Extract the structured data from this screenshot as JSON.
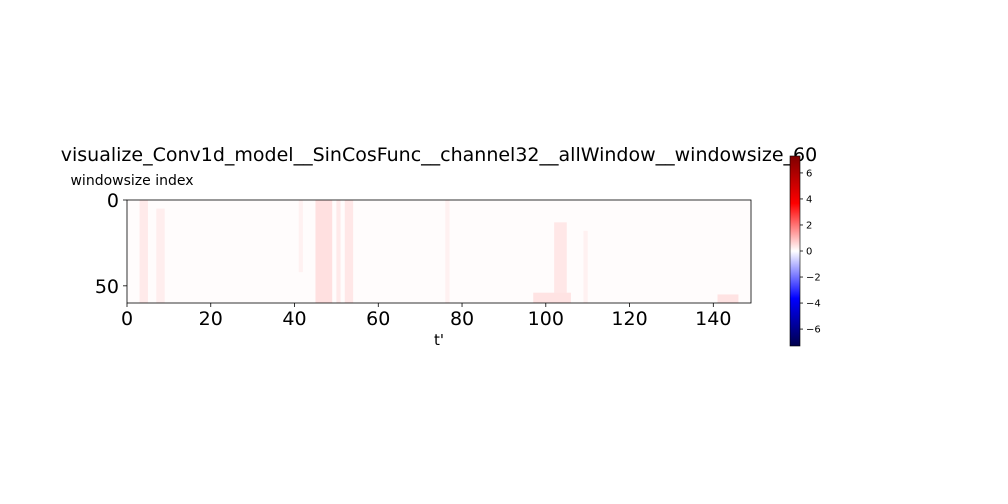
{
  "chart_data": {
    "type": "heatmap",
    "title": "visualize_Conv1d_model__SinCosFunc__channel32__allWindow__windowsize_60",
    "xlabel": "t'",
    "ylabel": "windowsize index",
    "x_range": [
      0,
      149
    ],
    "y_range": [
      0,
      60
    ],
    "y_inverted": true,
    "x_ticks": [
      "0",
      "20",
      "40",
      "60",
      "80",
      "100",
      "120",
      "140"
    ],
    "y_ticks": [
      "0",
      "50"
    ],
    "grid": false,
    "colormap": "seismic",
    "colorbar": {
      "range": [
        -7.3,
        7.3
      ],
      "ticks": [
        "6",
        "4",
        "2",
        "0",
        "−2",
        "−4",
        "−6"
      ],
      "tick_values": [
        6,
        4,
        2,
        0,
        -2,
        -4,
        -6
      ],
      "stops": [
        "#00004c",
        "#0000ff",
        "#ffffff",
        "#ff0000",
        "#7f0000"
      ]
    },
    "background_value": 0.05,
    "bands": [
      {
        "x0": 3,
        "x1": 5,
        "y0": 0,
        "y1": 60,
        "value": 0.3
      },
      {
        "x0": 7,
        "x1": 9,
        "y0": 5,
        "y1": 60,
        "value": 0.25
      },
      {
        "x0": 41,
        "x1": 42,
        "y0": 0,
        "y1": 42,
        "value": 0.2
      },
      {
        "x0": 45,
        "x1": 49,
        "y0": 0,
        "y1": 60,
        "value": 0.45
      },
      {
        "x0": 50,
        "x1": 51,
        "y0": 0,
        "y1": 60,
        "value": 0.3
      },
      {
        "x0": 52,
        "x1": 54,
        "y0": 0,
        "y1": 60,
        "value": 0.35
      },
      {
        "x0": 76,
        "x1": 77,
        "y0": 0,
        "y1": 60,
        "value": 0.2
      },
      {
        "x0": 102,
        "x1": 105,
        "y0": 13,
        "y1": 60,
        "value": 0.35
      },
      {
        "x0": 97,
        "x1": 106,
        "y0": 54,
        "y1": 60,
        "value": 0.4
      },
      {
        "x0": 109,
        "x1": 110,
        "y0": 18,
        "y1": 60,
        "value": 0.2
      },
      {
        "x0": 141,
        "x1": 146,
        "y0": 55,
        "y1": 60,
        "value": 0.4
      }
    ]
  }
}
